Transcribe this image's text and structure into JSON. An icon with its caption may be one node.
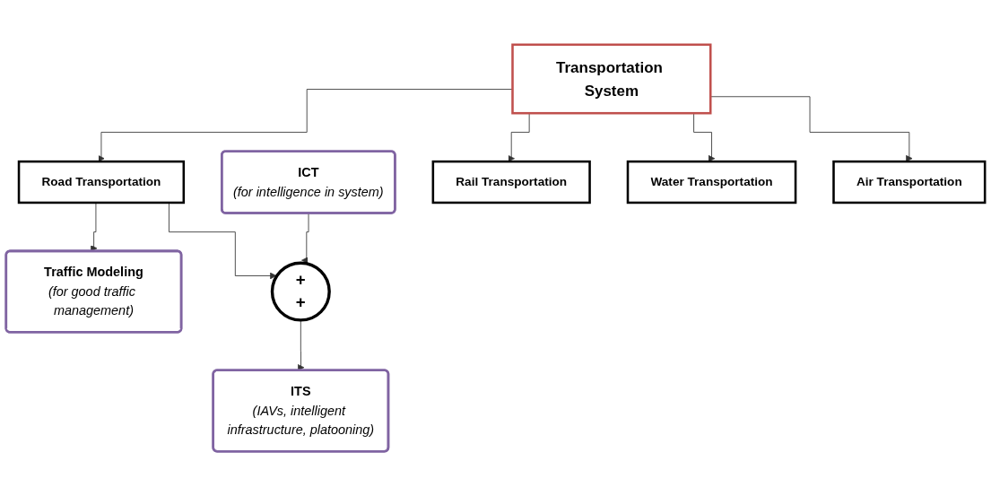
{
  "diagram": {
    "nodes": [
      {
        "text": [
          "Transportation System"
        ]
      },
      {
        "text": [
          "Road Transportation"
        ]
      },
      {
        "text": [
          "Rail Transportation"
        ]
      },
      {
        "text": [
          "Water Transportation"
        ]
      },
      {
        "text": [
          "Air Transportation"
        ]
      },
      {
        "text": [
          "Traffic Modeling",
          "(for good traffic management)"
        ]
      },
      {
        "text": [
          "+",
          "+"
        ]
      },
      {
        "text": [
          "ICT",
          "(for intelligence in system)"
        ]
      },
      {
        "text": [
          "ITS",
          "(IAVs, intelligent infrastructure, platooning)"
        ]
      }
    ],
    "edges": [
      {
        "from": 0,
        "to": 1,
        "arrow": "to"
      },
      {
        "from": 0,
        "to": 2,
        "arrow": "to"
      },
      {
        "from": 0,
        "to": 3,
        "arrow": "to"
      },
      {
        "from": 0,
        "to": 4,
        "arrow": "to"
      },
      {
        "from": 1,
        "to": 5,
        "arrow": "to"
      },
      {
        "from": 1,
        "to": 6,
        "arrow": "to"
      },
      {
        "from": 7,
        "to": 6,
        "arrow": "to"
      },
      {
        "from": 6,
        "to": 8,
        "arrow": "to"
      }
    ]
  }
}
